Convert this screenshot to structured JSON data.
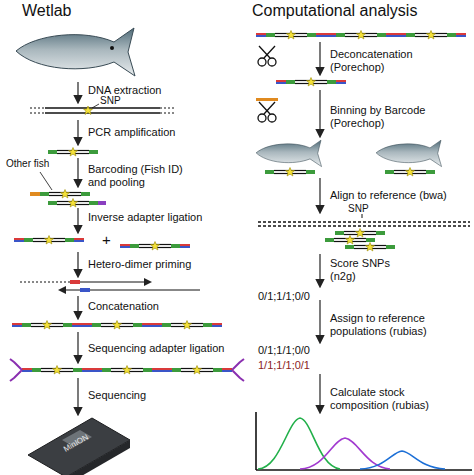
{
  "diagram": {
    "labels": [
      "Wetlab",
      "Computational analysis",
      "DNA extraction",
      "SNP",
      "PCR amplification",
      "Other fish",
      "Barcoding (Fish ID) and pooling",
      "Inverse adapter ligation",
      "+",
      "Hetero-dimer priming",
      "Concatenation",
      "Sequencing adapter ligation",
      "Sequencing",
      "MinION",
      "Deconcatenation (Porechop)",
      "Binning by Barcode (Porechop)",
      "Align to reference (bwa)",
      "SNP",
      "Score SNPs (n2g)",
      "0/1;1/1;0/0",
      "Assign to reference populations (rubias)",
      "0/1;1/1;0/0",
      "1/1;1/1;0/1",
      "Calculate stock composition (rubias)"
    ]
  }
}
